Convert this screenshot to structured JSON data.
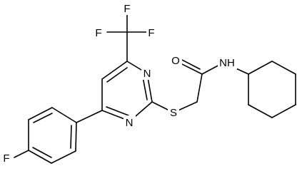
{
  "molecule": {
    "atoms": {
      "f1": "F",
      "f2": "F",
      "f3": "F",
      "f4": "F",
      "n1": "N",
      "n2": "N",
      "s1": "S",
      "o1": "O",
      "nh": "NH"
    }
  }
}
